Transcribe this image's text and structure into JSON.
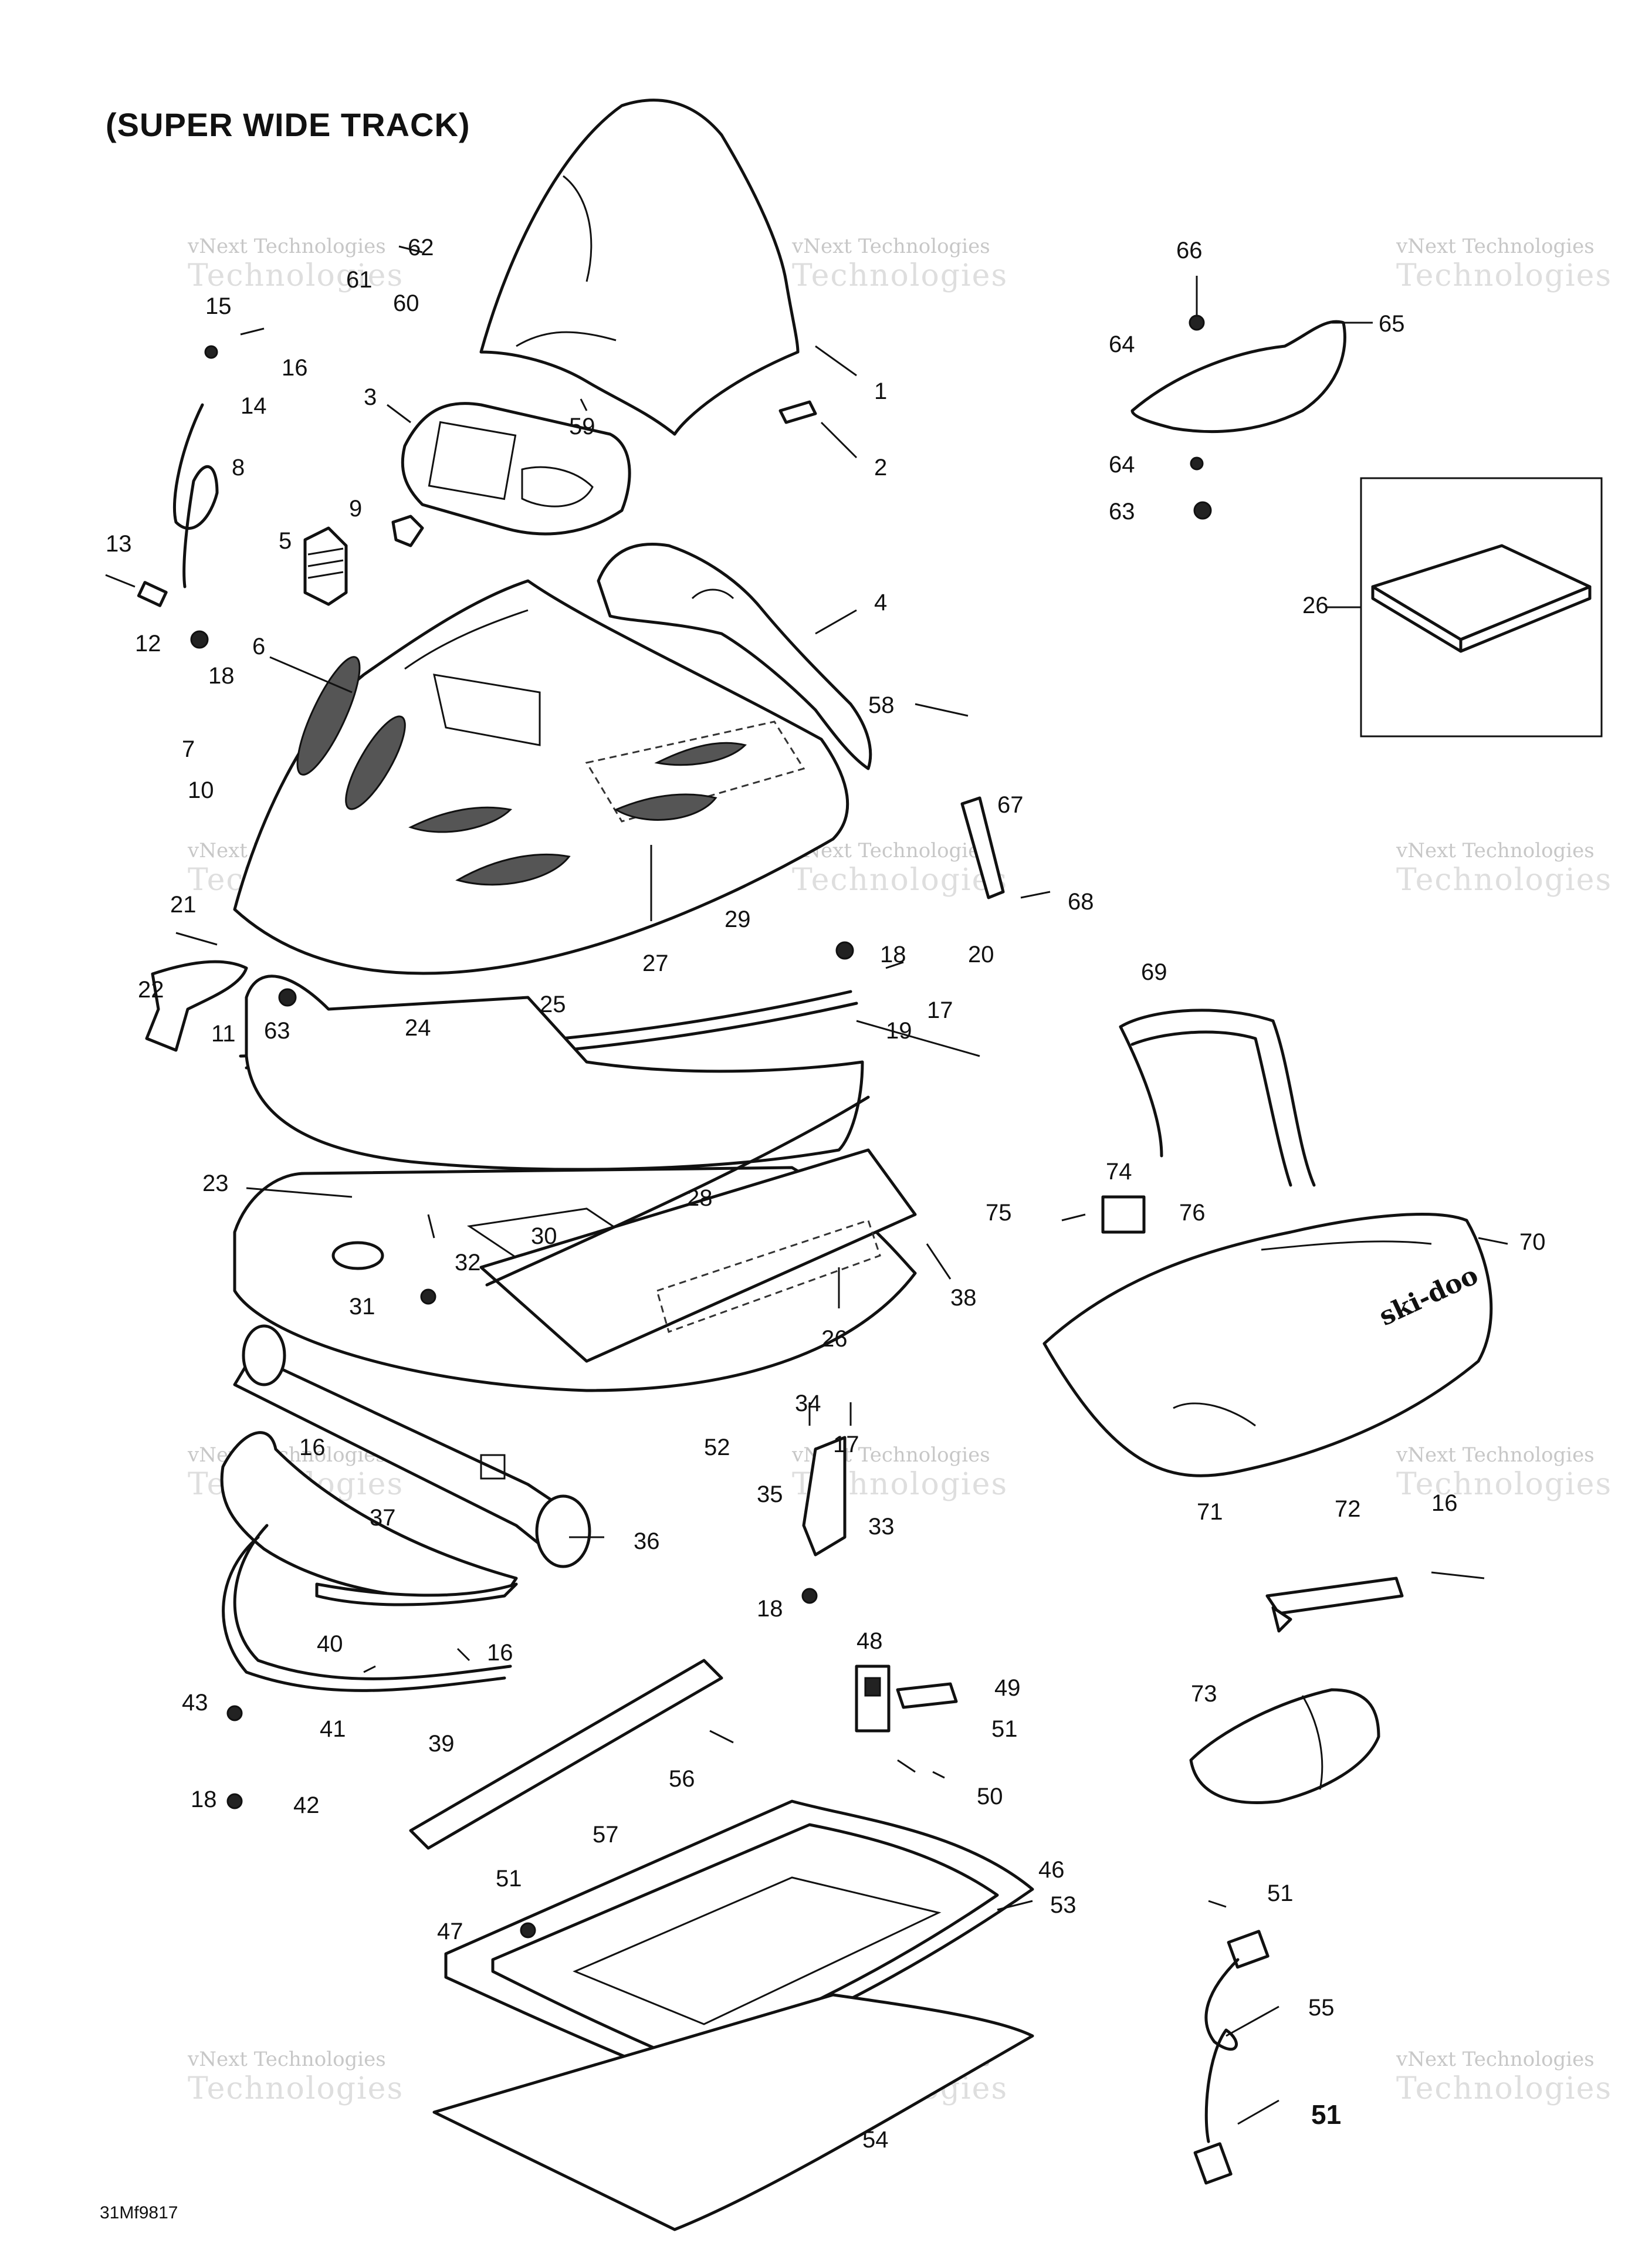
{
  "title": "(SUPER WIDE TRACK)",
  "diagram_code": "31Mf9817",
  "watermark": {
    "line1": "vNext Technologies",
    "line2": "Technologies"
  },
  "callouts": [
    {
      "n": "1"
    },
    {
      "n": "2"
    },
    {
      "n": "3"
    },
    {
      "n": "4"
    },
    {
      "n": "5"
    },
    {
      "n": "6"
    },
    {
      "n": "7"
    },
    {
      "n": "8"
    },
    {
      "n": "9"
    },
    {
      "n": "10"
    },
    {
      "n": "11"
    },
    {
      "n": "12"
    },
    {
      "n": "13"
    },
    {
      "n": "14"
    },
    {
      "n": "15"
    },
    {
      "n": "16"
    },
    {
      "n": "16"
    },
    {
      "n": "16"
    },
    {
      "n": "16"
    },
    {
      "n": "17"
    },
    {
      "n": "17"
    },
    {
      "n": "18"
    },
    {
      "n": "18"
    },
    {
      "n": "18"
    },
    {
      "n": "18"
    },
    {
      "n": "19"
    },
    {
      "n": "20"
    },
    {
      "n": "21"
    },
    {
      "n": "22"
    },
    {
      "n": "23"
    },
    {
      "n": "24"
    },
    {
      "n": "25"
    },
    {
      "n": "26"
    },
    {
      "n": "26"
    },
    {
      "n": "27"
    },
    {
      "n": "28"
    },
    {
      "n": "29"
    },
    {
      "n": "30"
    },
    {
      "n": "31"
    },
    {
      "n": "32"
    },
    {
      "n": "33"
    },
    {
      "n": "34"
    },
    {
      "n": "35"
    },
    {
      "n": "36"
    },
    {
      "n": "37"
    },
    {
      "n": "38"
    },
    {
      "n": "39"
    },
    {
      "n": "40"
    },
    {
      "n": "41"
    },
    {
      "n": "42"
    },
    {
      "n": "43"
    },
    {
      "n": "46"
    },
    {
      "n": "47"
    },
    {
      "n": "48"
    },
    {
      "n": "49"
    },
    {
      "n": "50"
    },
    {
      "n": "51"
    },
    {
      "n": "51"
    },
    {
      "n": "51"
    },
    {
      "n": "51"
    },
    {
      "n": "52"
    },
    {
      "n": "53"
    },
    {
      "n": "54"
    },
    {
      "n": "55"
    },
    {
      "n": "56"
    },
    {
      "n": "57"
    },
    {
      "n": "58"
    },
    {
      "n": "59"
    },
    {
      "n": "60"
    },
    {
      "n": "61"
    },
    {
      "n": "62"
    },
    {
      "n": "63"
    },
    {
      "n": "63"
    },
    {
      "n": "64"
    },
    {
      "n": "64"
    },
    {
      "n": "65"
    },
    {
      "n": "66"
    },
    {
      "n": "67"
    },
    {
      "n": "68"
    },
    {
      "n": "69"
    },
    {
      "n": "70"
    },
    {
      "n": "71"
    },
    {
      "n": "72"
    },
    {
      "n": "73"
    },
    {
      "n": "74"
    },
    {
      "n": "75"
    },
    {
      "n": "76"
    }
  ],
  "seat_logo": "ski-doo"
}
